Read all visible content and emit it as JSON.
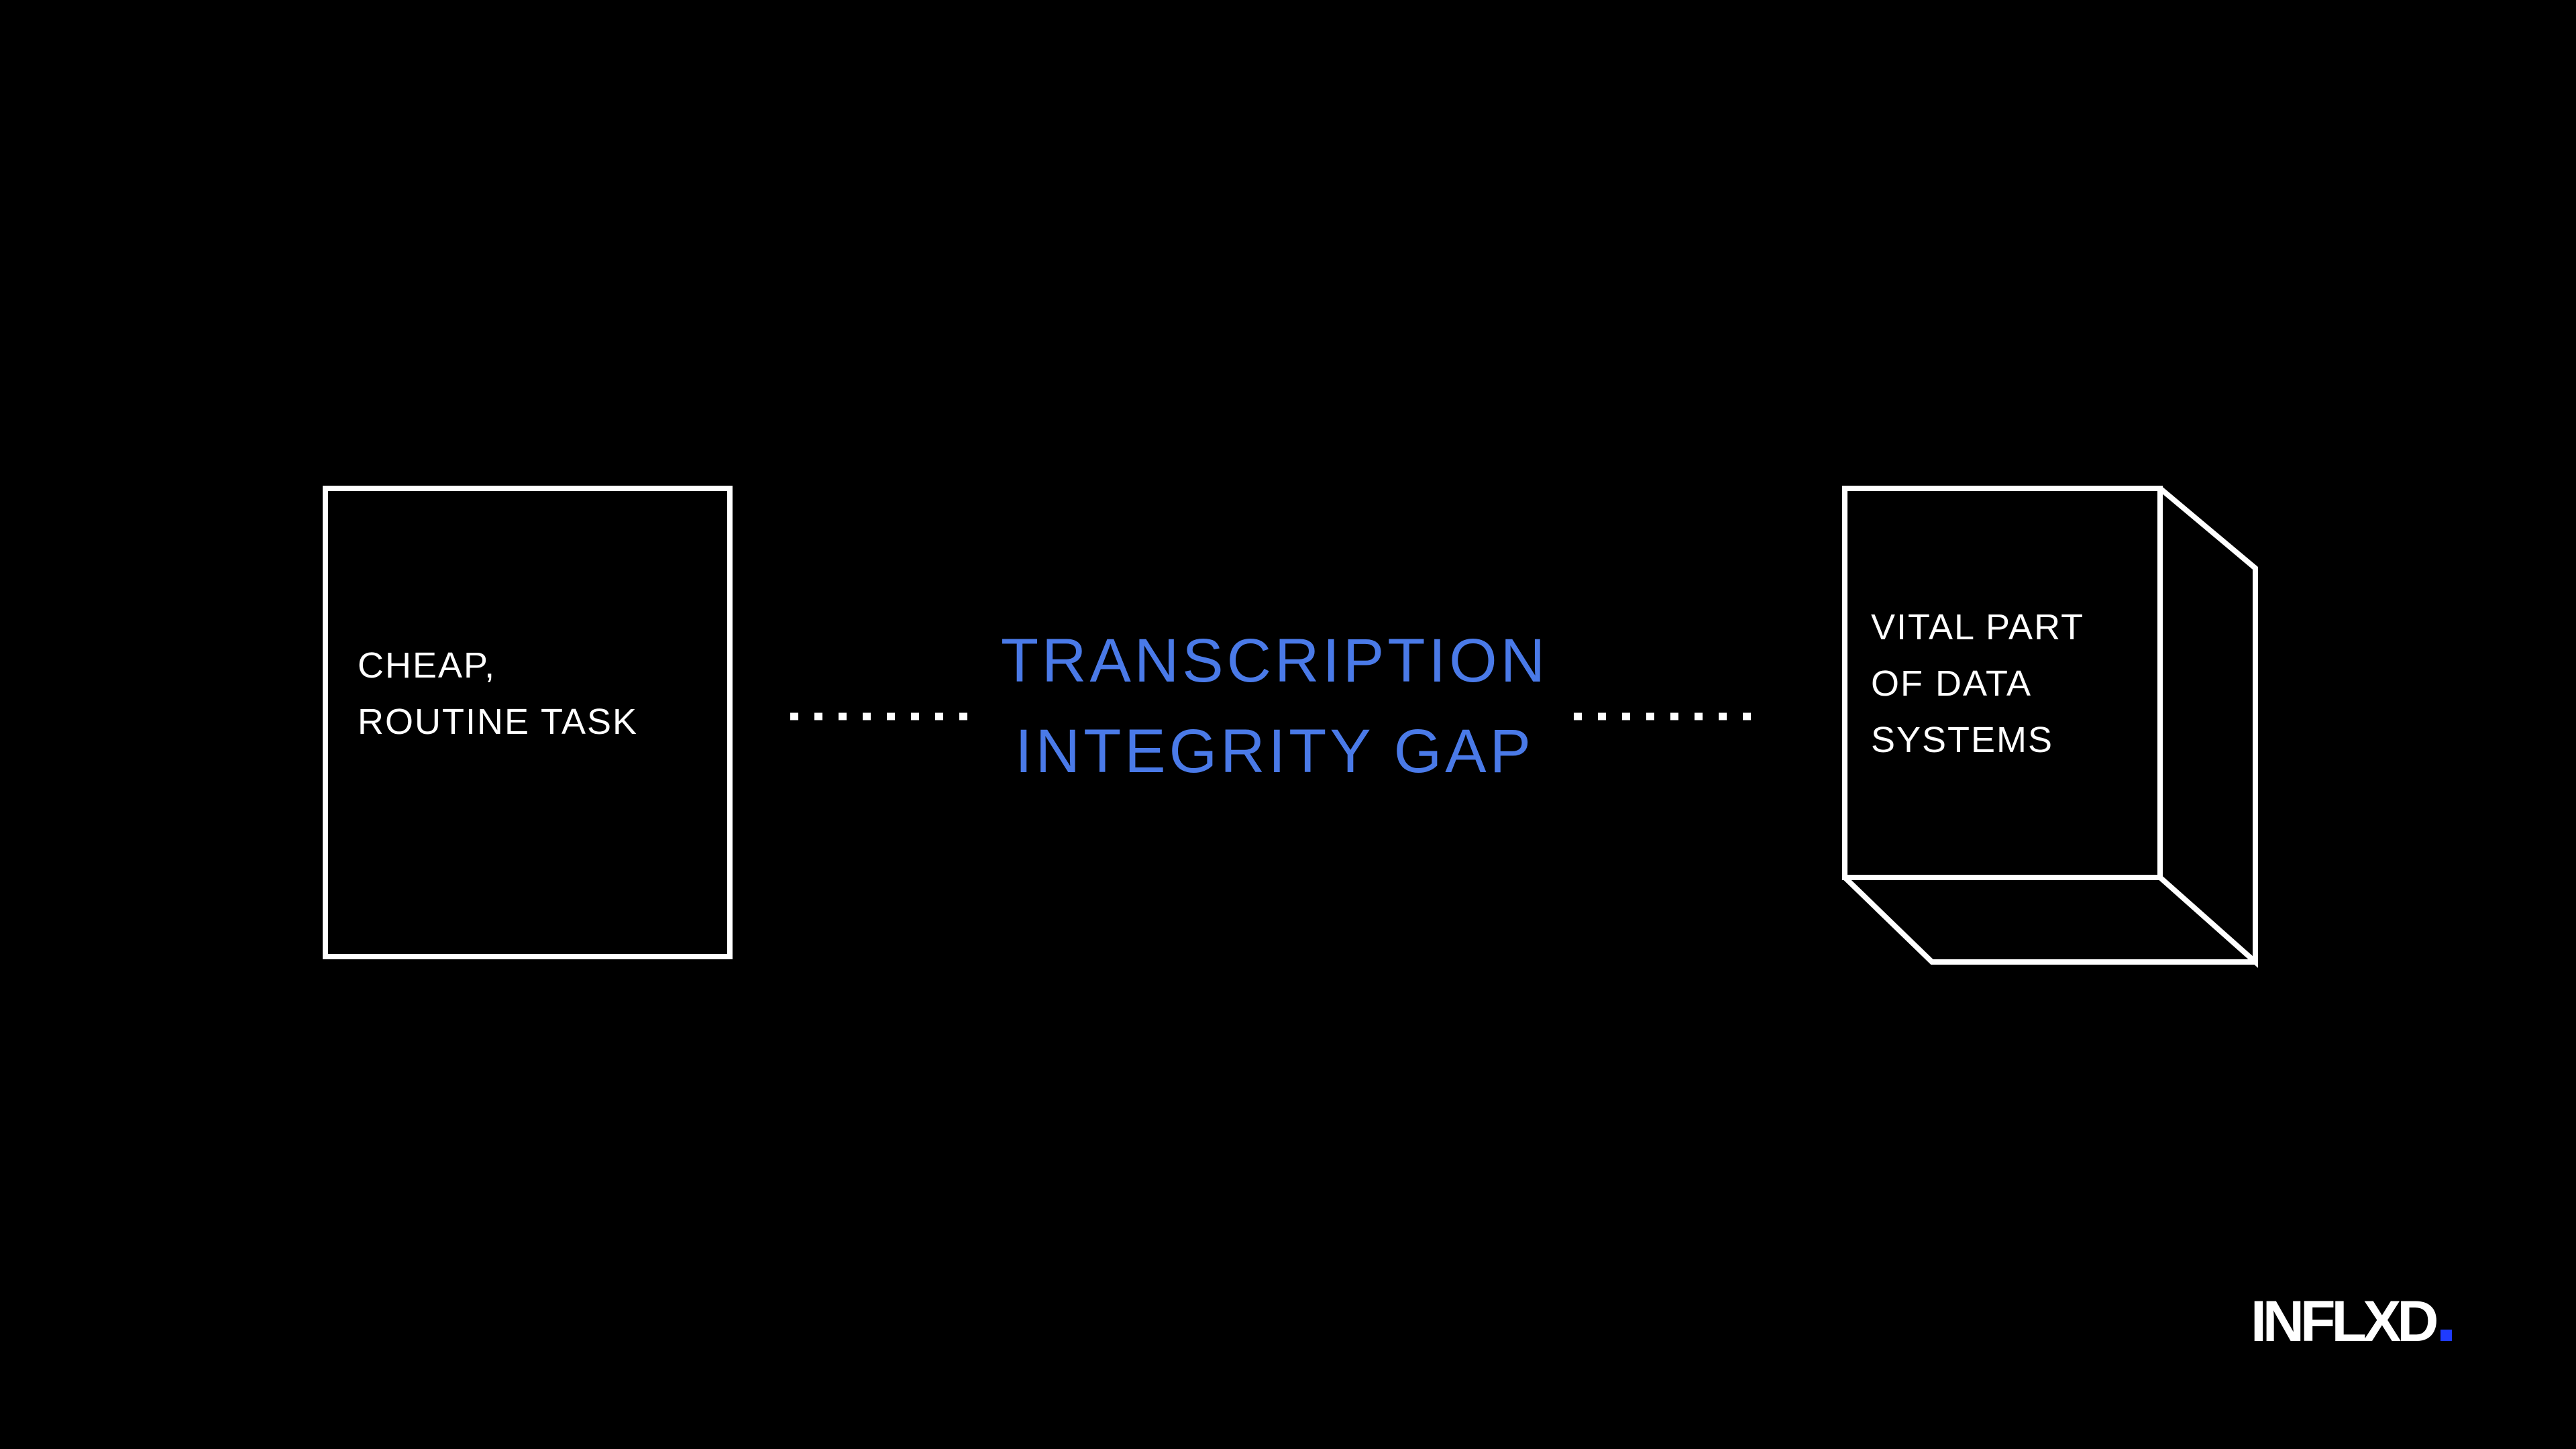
{
  "left_box": {
    "lines": [
      "CHEAP,",
      "ROUTINE TASK"
    ]
  },
  "center": {
    "lines": [
      "TRANSCRIPTION",
      "INTEGRITY GAP"
    ],
    "color": "#4a7ae8"
  },
  "right_box": {
    "lines": [
      "VITAL PART",
      "OF DATA",
      "SYSTEMS"
    ]
  },
  "logo": {
    "text": "INFLXD",
    "dot_color": "#1f3bff"
  },
  "colors": {
    "background": "#000000",
    "outline": "#ffffff",
    "accent": "#4a7ae8"
  }
}
